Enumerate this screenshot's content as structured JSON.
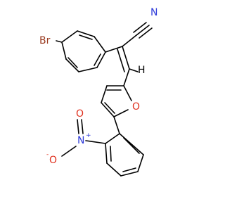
{
  "molecule": {
    "atoms": {
      "bromine": "Br",
      "nitrile_nitrogen": "N",
      "furan_oxygen": "O",
      "nitro_nitrogen": "N",
      "nitro_nitrogen_charge": "+",
      "nitro_oxygen": "O",
      "nitro_oxygen_charge": "-"
    },
    "colors": {
      "carbon_bond": "#000000",
      "nitrogen": "#2f3bd9",
      "oxygen": "#e0301e",
      "bromine": "#9a3a1f"
    }
  }
}
